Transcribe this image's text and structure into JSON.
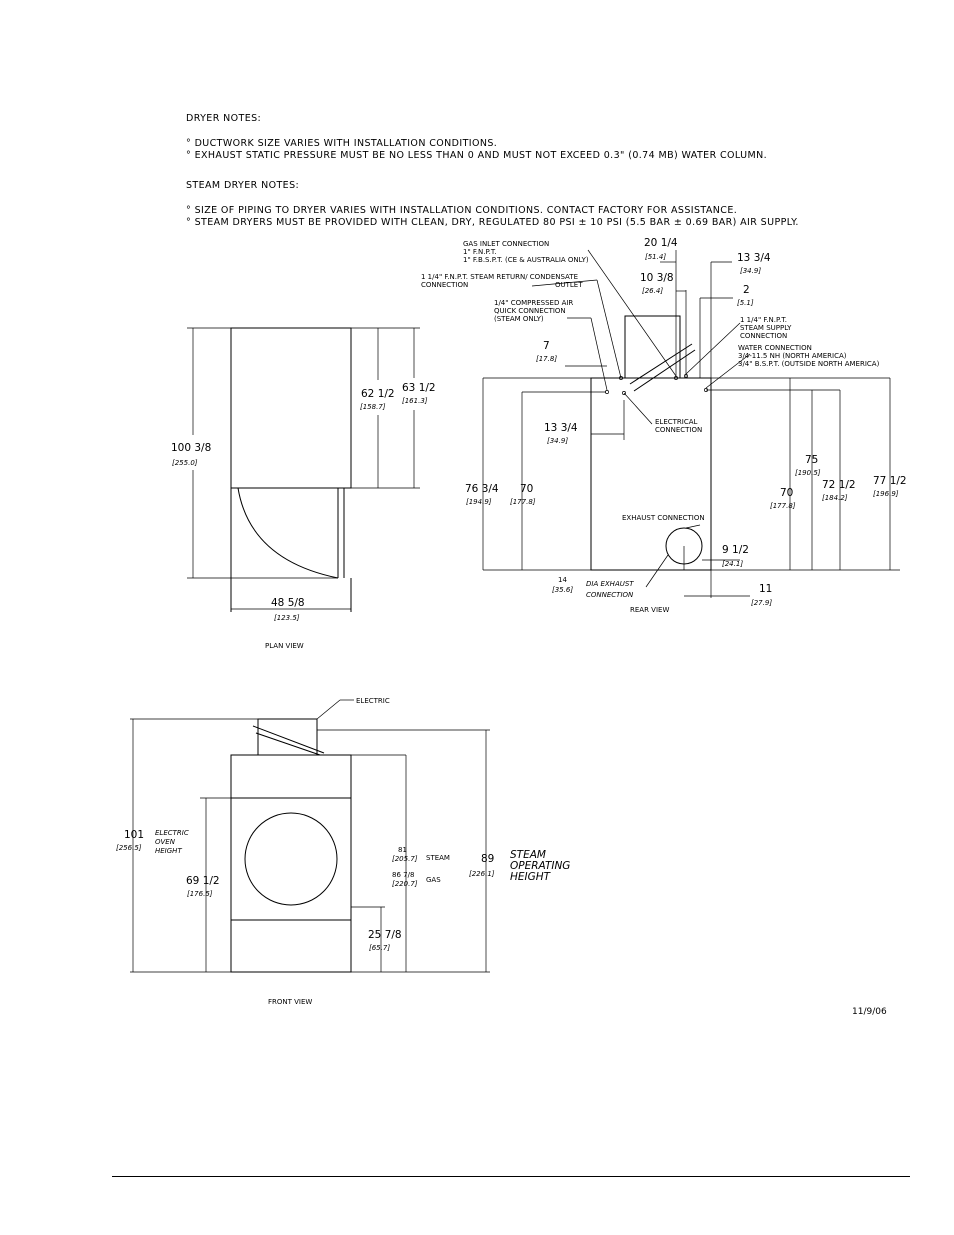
{
  "dryer_notes": {
    "title": "DRYER NOTES:",
    "items": [
      "° DUCTWORK SIZE VARIES WITH INSTALLATION CONDITIONS.",
      "° EXHAUST STATIC PRESSURE MUST BE NO LESS THAN 0 AND MUST NOT EXCEED 0.3\" (0.74 MB) WATER COLUMN."
    ]
  },
  "steam_notes": {
    "title": "STEAM DRYER NOTES:",
    "items": [
      "° SIZE OF PIPING TO DRYER VARIES WITH INSTALLATION CONDITIONS.  CONTACT FACTORY FOR ASSISTANCE.",
      "° STEAM DRYERS MUST BE PROVIDED WITH CLEAN, DRY, REGULATED 80 PSI ± 10 PSI (5.5 BAR ± 0.69 BAR) AIR SUPPLY."
    ]
  },
  "plan_view": {
    "label": "PLAN VIEW",
    "overall_height": "100 3/8",
    "overall_height_mm": "[255.0]",
    "d1": "62 1/2",
    "d1_mm": "[158.7]",
    "d2": "63 1/2",
    "d2_mm": "[161.3]",
    "width": "48 5/8",
    "width_mm": "[123.5]"
  },
  "rear_view": {
    "label": "REAR VIEW",
    "gas_inlet": [
      "GAS INLET CONNECTION",
      "1\" F.N.P.T.",
      "1\" F.B.S.P.T. (CE & AUSTRALIA ONLY)"
    ],
    "steam_return": [
      "1 1/4\" F.N.P.T. STEAM RETURN/ CONDENSATE",
      "CONNECTION",
      "OUTLET"
    ],
    "compressed_air": [
      "1/4\" COMPRESSED AIR",
      "QUICK CONNECTION",
      "(STEAM ONLY)"
    ],
    "steam_supply": [
      "1 1/4\" F.N.P.T.",
      "STEAM SUPPLY",
      "CONNECTION"
    ],
    "water": [
      "WATER CONNECTION",
      "3/4-11.5 NH (NORTH AMERICA)",
      "3/4\" B.S.P.T. (OUTSIDE NORTH AMERICA)"
    ],
    "electrical": [
      "ELECTRICAL",
      "CONNECTION"
    ],
    "exhaust": "EXHAUST CONNECTION",
    "dia_exhaust": [
      "DIA EXHAUST",
      "CONNECTION"
    ],
    "dims": {
      "a": "20 1/4",
      "a_mm": "[51.4]",
      "b": "13 3/4",
      "b_mm": "[34.9]",
      "c": "10 3/8",
      "c_mm": "[26.4]",
      "d": "2",
      "d_mm": "[5.1]",
      "e": "7",
      "e_mm": "[17.8]",
      "f": "13 3/4",
      "f_mm": "[34.9]",
      "g": "76 3/4",
      "g_mm": "[194.9]",
      "h": "70",
      "h_mm": "[177.8]",
      "i": "75",
      "i_mm": "[190.5]",
      "j": "70",
      "j_mm": "[177.8]",
      "k": "72 1/2",
      "k_mm": "[184.2]",
      "l": "77 1/2",
      "l_mm": "[196.9]",
      "m": "9 1/2",
      "m_mm": "[24.1]",
      "n": "14",
      "n_mm": "[35.6]",
      "o": "11",
      "o_mm": "[27.9]"
    }
  },
  "front_view": {
    "label": "FRONT VIEW",
    "electric": "ELECTRIC",
    "h101": "101",
    "h101_mm": "[256.5]",
    "electric_oven": [
      "ELECTRIC",
      "OVEN",
      "HEIGHT"
    ],
    "h69": "69 1/2",
    "h69_mm": "[176.5]",
    "h81": "81",
    "h81_mm": "[205.7]",
    "steam": "STEAM",
    "h86": "86 7/8",
    "h86_mm": "[220.7]",
    "gas": "GAS",
    "h89": "89",
    "h89_mm": "[226.1]",
    "steam_op": [
      "STEAM",
      "OPERATING",
      "HEIGHT"
    ],
    "h25": "25 7/8",
    "h25_mm": "[65.7]"
  },
  "date": "11/9/06"
}
